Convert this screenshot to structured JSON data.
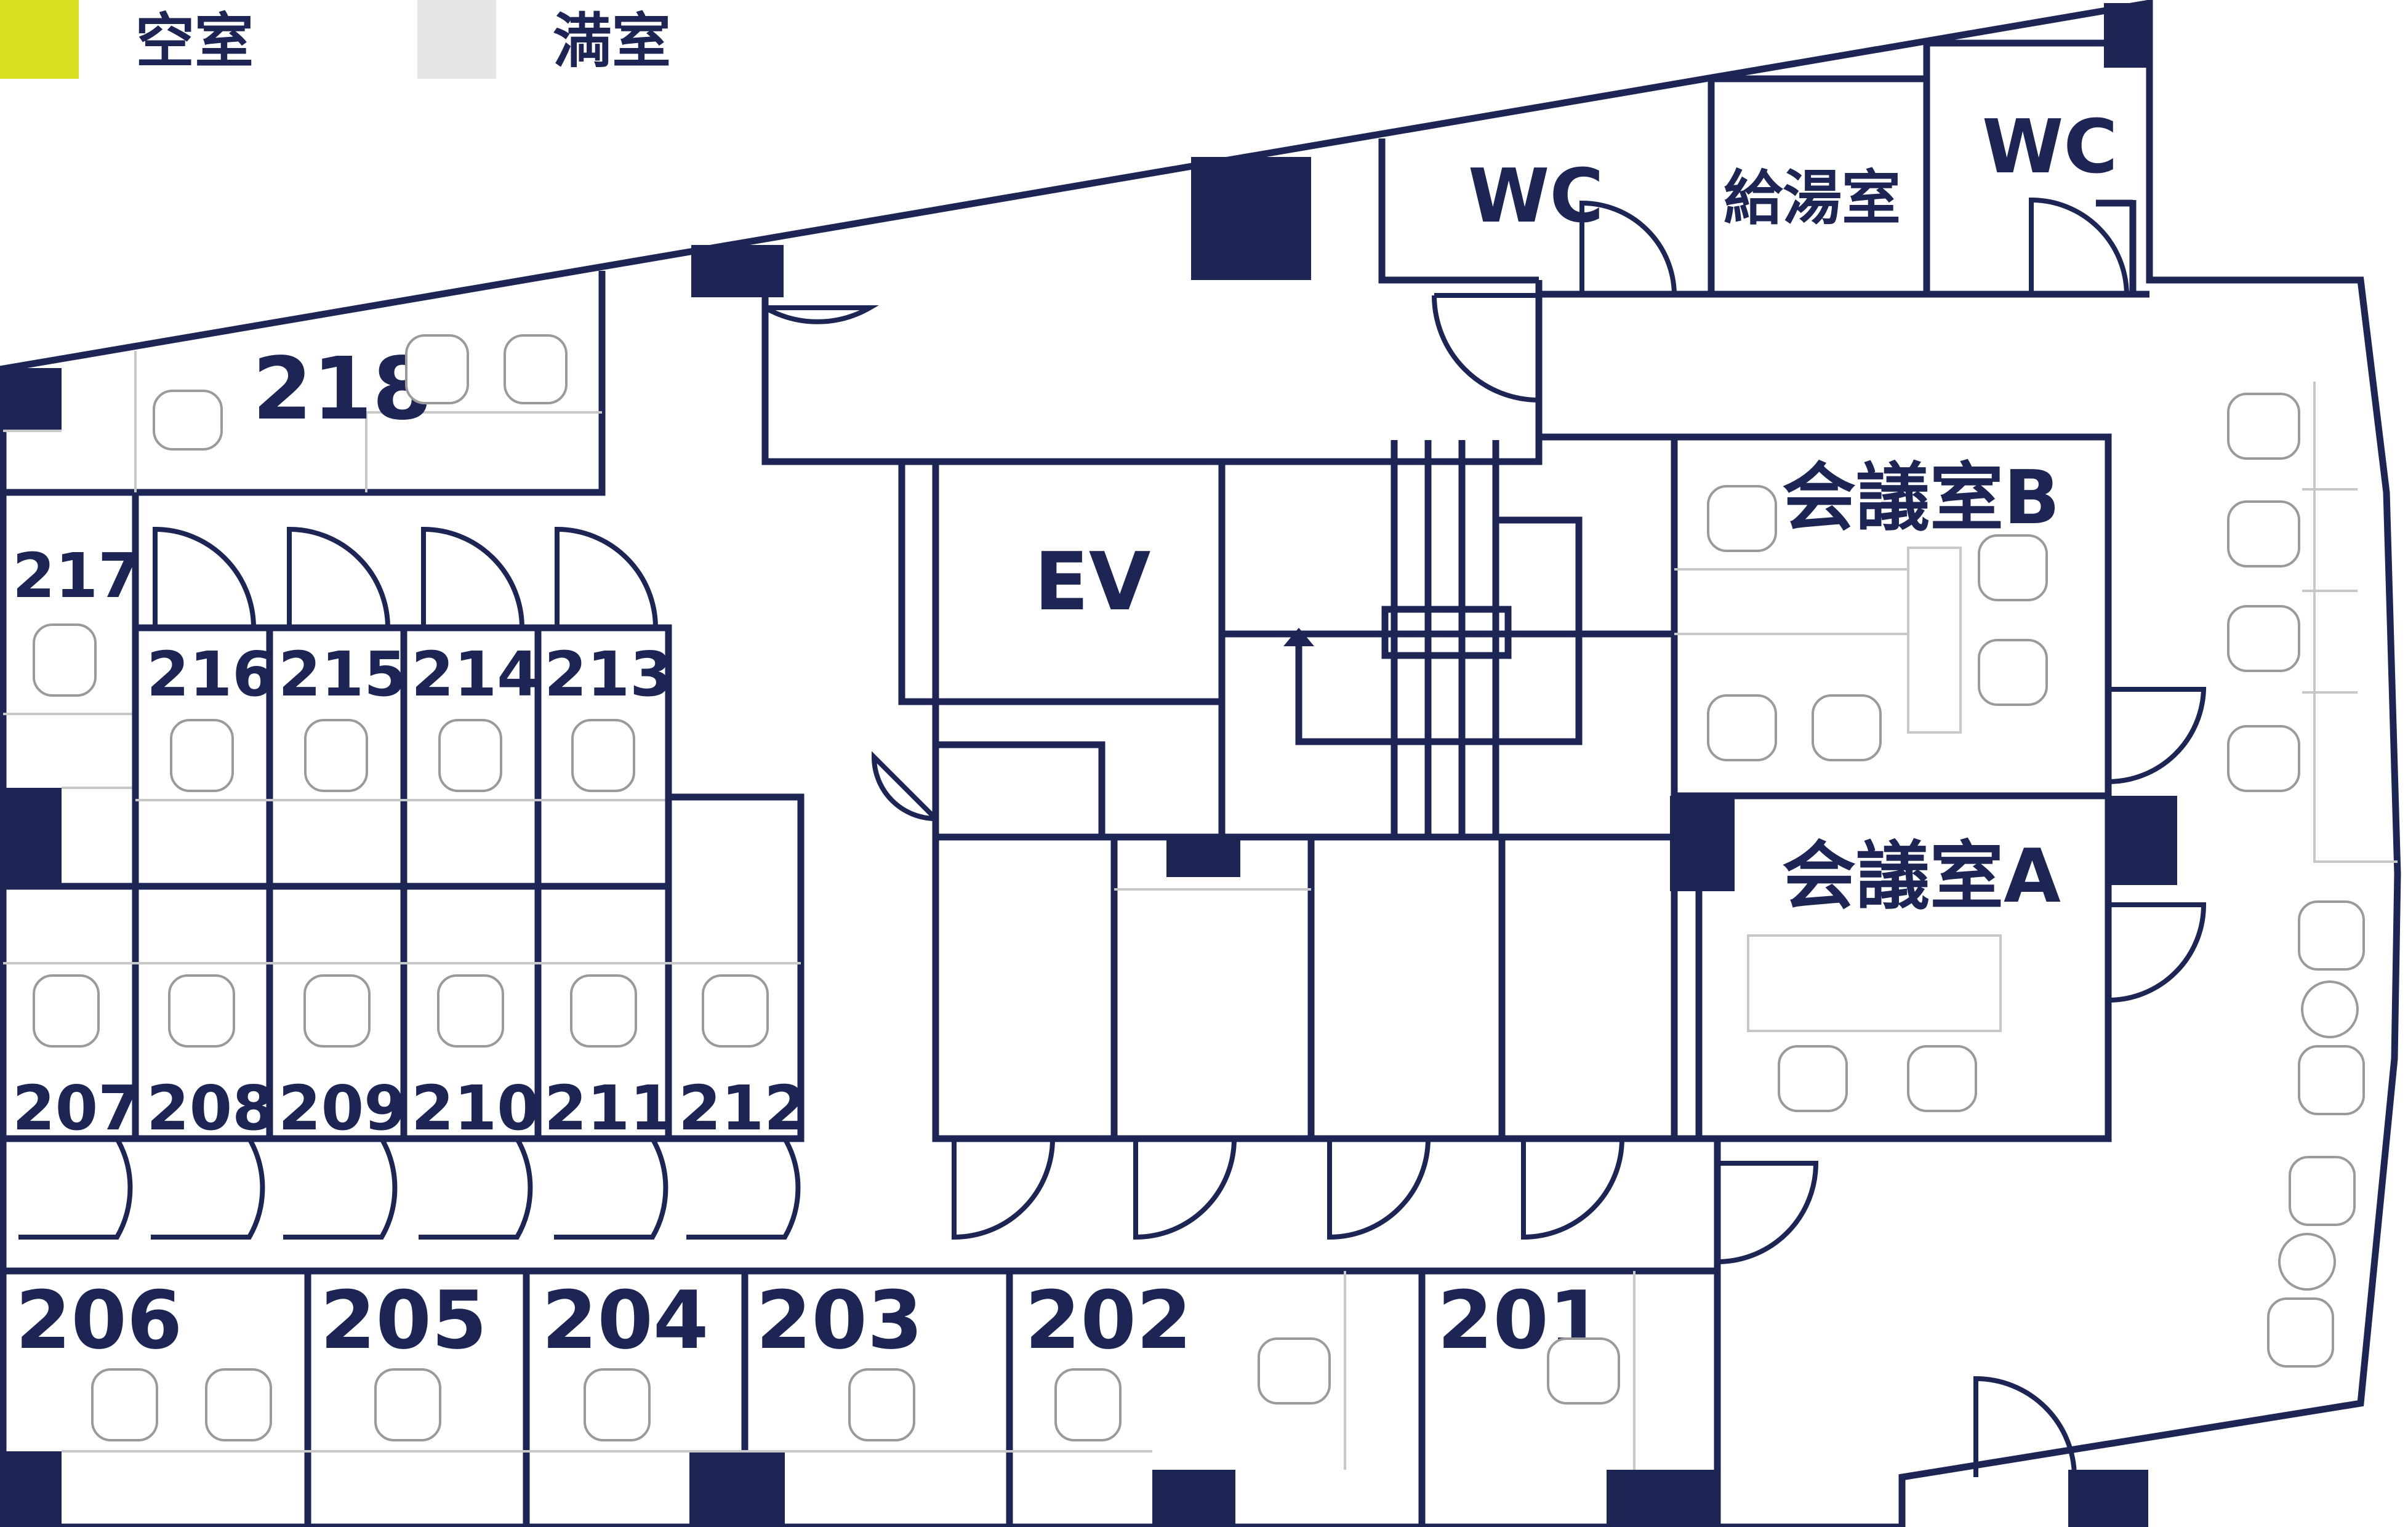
{
  "legend": {
    "vacant": {
      "label": "空室",
      "color": "#d8e120"
    },
    "occupied": {
      "label": "満室",
      "color": "#e6e6e6"
    }
  },
  "colors": {
    "line": "#1d2555",
    "furniture": "#9a9a9a"
  },
  "rooms": {
    "r201": "201",
    "r202": "202",
    "r203": "203",
    "r204": "204",
    "r205": "205",
    "r206": "206",
    "r207": "207",
    "r208": "208",
    "r209": "209",
    "r210": "210",
    "r211": "211",
    "r212": "212",
    "r213": "213",
    "r214": "214",
    "r215": "215",
    "r216": "216",
    "r217": "217",
    "r218": "218"
  },
  "facilities": {
    "ev": "EV",
    "wc_left": "WC",
    "wc_right": "WC",
    "kitchenette": "給湯室",
    "meeting_b": "会議室B",
    "meeting_a": "会議室A"
  }
}
